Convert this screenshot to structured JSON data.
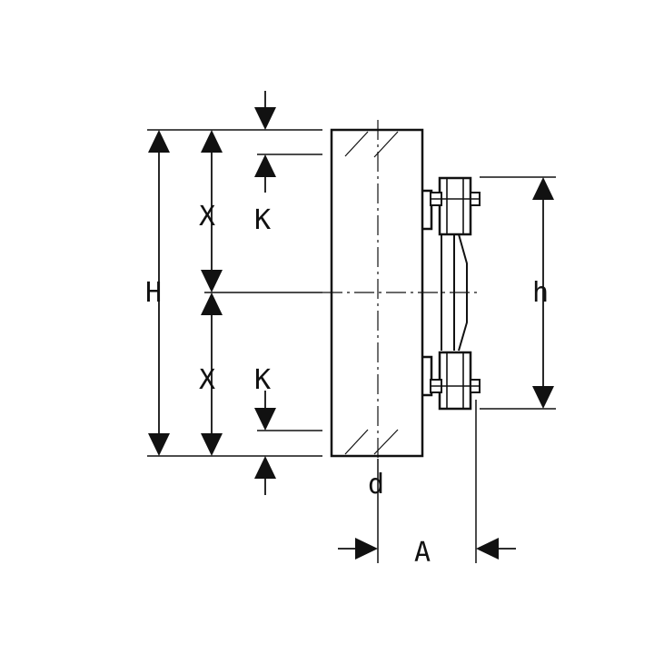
{
  "labels": {
    "H": "H",
    "X_top": "X",
    "X_bottom": "X",
    "K_top": "K",
    "K_bottom": "K",
    "h": "h",
    "d": "d",
    "A": "A"
  },
  "colors": {
    "line": "#111111",
    "background": "#ffffff"
  }
}
